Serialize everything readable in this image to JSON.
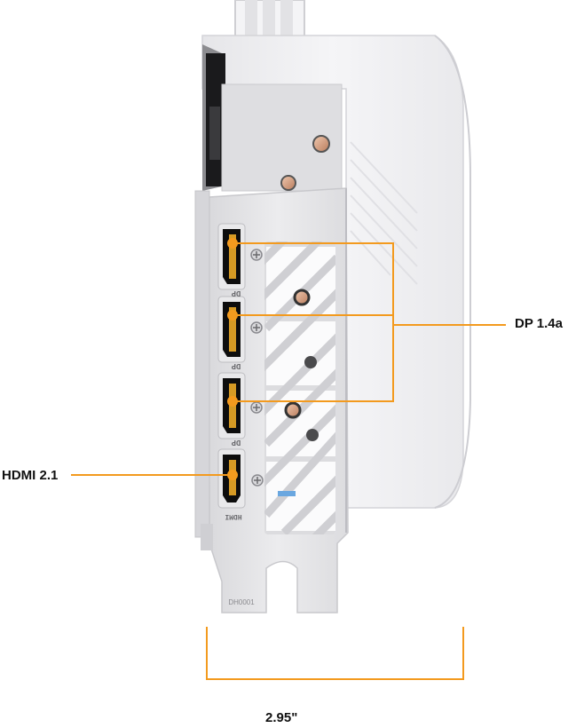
{
  "annotations": {
    "dp_label": "DP 1.4a",
    "hdmi_label": "HDMI 2.1",
    "width_label": "2.95\""
  },
  "bracket_markings": {
    "dp_port_text": "DP",
    "hdmi_port_text": "HDMI",
    "part_code": "DH0001"
  },
  "colors": {
    "accent": "#f39a1e",
    "bracket": "#e4e4e6",
    "shroud": "#f1f1f3",
    "port": "#0d0d0d",
    "port_contacts": "#d59a24",
    "text": "#111111"
  }
}
